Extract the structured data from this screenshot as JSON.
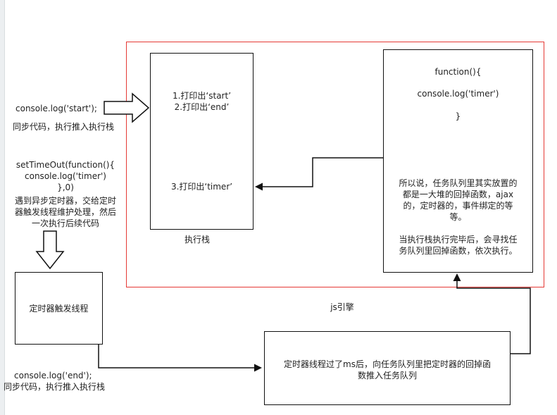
{
  "colors": {
    "engine_border": "#e53935",
    "line": "#111111",
    "background": "#ffffff"
  },
  "left": {
    "sync1_code": "console.log('start');",
    "sync1_note": "同步代码，执行推入执行栈",
    "async_code": [
      "setTimeOut(function(){",
      "console.log('timer')",
      "},0)"
    ],
    "async_note": [
      "遇到异步定时器，交给定时",
      "器触发线程维护处理，然后",
      "一次执行后续代码"
    ],
    "sync2_code": "console.log('end');",
    "sync2_note": "同步代码，执行推入执行栈"
  },
  "stack": {
    "items": [
      "1.打印出‘start’",
      "2.打印出‘end’",
      "3.打印出‘timer’"
    ],
    "label": "执行栈"
  },
  "queue": {
    "code": [
      "function(){",
      "console.log('timer')",
      "}"
    ],
    "desc1": [
      "所以说，任务队列里其实放置的",
      "都是一大堆的回掉函数，ajax",
      "的，定时器的，事件绑定的等",
      "等。"
    ],
    "desc2": [
      "当执行栈执行完毕后，会寻找任",
      "务队列里回掉函数，依次执行。"
    ]
  },
  "engine_label": "js引擎",
  "timer_thread": "定时器触发线程",
  "timer_done": [
    "定时器线程过了ms后，向任务队列里把定时器的回掉函",
    "数推入任务队列"
  ]
}
